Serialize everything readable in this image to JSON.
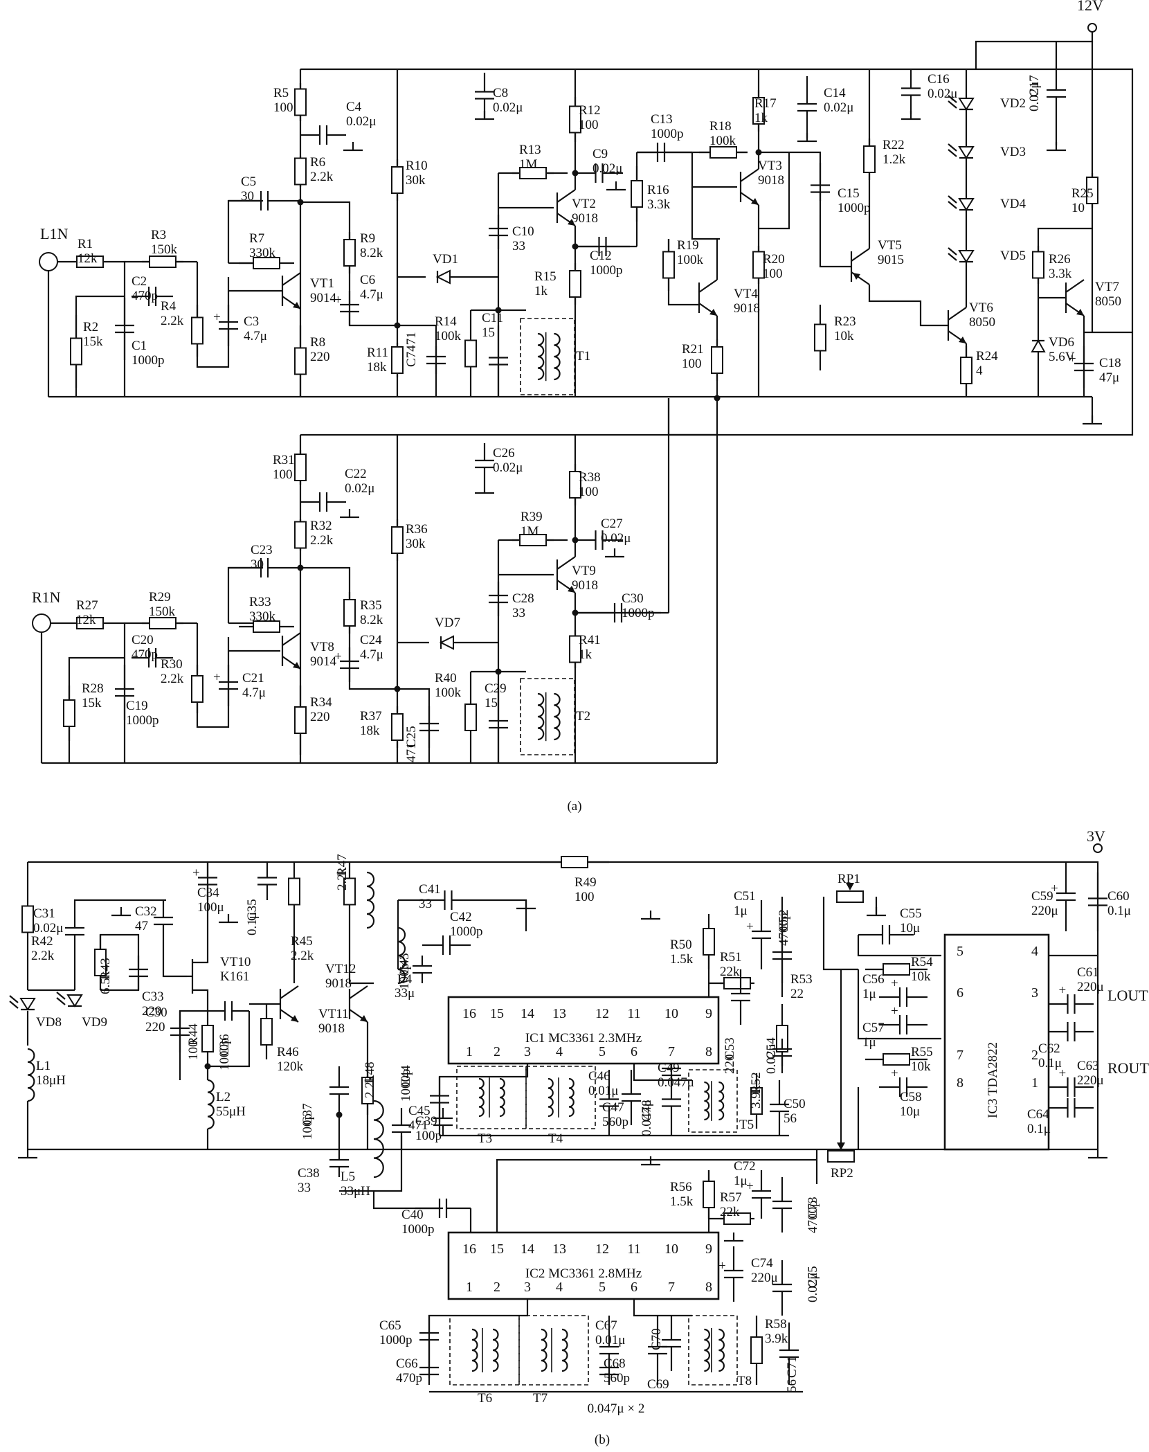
{
  "figure": {
    "panel_a_caption": "(a)",
    "panel_b_caption": "(b)",
    "supply_a": "12V",
    "supply_b": "3V"
  },
  "panel_a": {
    "inputs": {
      "left": "L1N",
      "right": "R1N"
    },
    "resistors": [
      {
        "ref": "R1",
        "value": "12k"
      },
      {
        "ref": "R2",
        "value": "15k"
      },
      {
        "ref": "R3",
        "value": "150k"
      },
      {
        "ref": "R4",
        "value": "2.2k"
      },
      {
        "ref": "R5",
        "value": "100"
      },
      {
        "ref": "R6",
        "value": "2.2k"
      },
      {
        "ref": "R7",
        "value": "330k"
      },
      {
        "ref": "R8",
        "value": "220"
      },
      {
        "ref": "R9",
        "value": "8.2k"
      },
      {
        "ref": "R10",
        "value": "30k"
      },
      {
        "ref": "R11",
        "value": "18k"
      },
      {
        "ref": "R12",
        "value": "100"
      },
      {
        "ref": "R13",
        "value": "1M"
      },
      {
        "ref": "R14",
        "value": "100k"
      },
      {
        "ref": "R15",
        "value": "1k"
      },
      {
        "ref": "R16",
        "value": "3.3k"
      },
      {
        "ref": "R17",
        "value": "1k"
      },
      {
        "ref": "R18",
        "value": "100k"
      },
      {
        "ref": "R19",
        "value": "100k"
      },
      {
        "ref": "R20",
        "value": "100"
      },
      {
        "ref": "R21",
        "value": "100"
      },
      {
        "ref": "R22",
        "value": "1.2k"
      },
      {
        "ref": "R23",
        "value": "10k"
      },
      {
        "ref": "R24",
        "value": "4"
      },
      {
        "ref": "R25",
        "value": "10"
      },
      {
        "ref": "R26",
        "value": "3.3k"
      },
      {
        "ref": "R27",
        "value": "12k"
      },
      {
        "ref": "R28",
        "value": "15k"
      },
      {
        "ref": "R29",
        "value": "150k"
      },
      {
        "ref": "R30",
        "value": "2.2k"
      },
      {
        "ref": "R31",
        "value": "100"
      },
      {
        "ref": "R32",
        "value": "2.2k"
      },
      {
        "ref": "R33",
        "value": "330k"
      },
      {
        "ref": "R34",
        "value": "220"
      },
      {
        "ref": "R35",
        "value": "8.2k"
      },
      {
        "ref": "R36",
        "value": "30k"
      },
      {
        "ref": "R37",
        "value": "18k"
      },
      {
        "ref": "R38",
        "value": "100"
      },
      {
        "ref": "R39",
        "value": "1M"
      },
      {
        "ref": "R40",
        "value": "100k"
      },
      {
        "ref": "R41",
        "value": "1k"
      }
    ],
    "capacitors": [
      {
        "ref": "C1",
        "value": "1000p"
      },
      {
        "ref": "C2",
        "value": "470p"
      },
      {
        "ref": "C3",
        "value": "4.7μ"
      },
      {
        "ref": "C4",
        "value": "0.02μ"
      },
      {
        "ref": "C5",
        "value": "30"
      },
      {
        "ref": "C6",
        "value": "4.7μ"
      },
      {
        "ref": "C7",
        "value": "471"
      },
      {
        "ref": "C8",
        "value": "0.02μ"
      },
      {
        "ref": "C9",
        "value": "0.02μ"
      },
      {
        "ref": "C10",
        "value": "33"
      },
      {
        "ref": "C11",
        "value": "15"
      },
      {
        "ref": "C12",
        "value": "1000p"
      },
      {
        "ref": "C13",
        "value": "1000p"
      },
      {
        "ref": "C14",
        "value": "0.02μ"
      },
      {
        "ref": "C15",
        "value": "1000p"
      },
      {
        "ref": "C16",
        "value": "0.02μ"
      },
      {
        "ref": "C17",
        "value": "0.02μ"
      },
      {
        "ref": "C18",
        "value": "47μ"
      },
      {
        "ref": "C19",
        "value": "1000p"
      },
      {
        "ref": "C20",
        "value": "470p"
      },
      {
        "ref": "C21",
        "value": "4.7μ"
      },
      {
        "ref": "C22",
        "value": "0.02μ"
      },
      {
        "ref": "C23",
        "value": "30"
      },
      {
        "ref": "C24",
        "value": "4.7μ"
      },
      {
        "ref": "C25",
        "value": "471"
      },
      {
        "ref": "C26",
        "value": "0.02μ"
      },
      {
        "ref": "C27",
        "value": "0.02μ"
      },
      {
        "ref": "C28",
        "value": "33"
      },
      {
        "ref": "C29",
        "value": "15"
      },
      {
        "ref": "C30",
        "value": "1000p"
      }
    ],
    "transistors": [
      {
        "ref": "VT1",
        "type": "9014"
      },
      {
        "ref": "VT2",
        "type": "9018"
      },
      {
        "ref": "VT3",
        "type": "9018"
      },
      {
        "ref": "VT4",
        "type": "9018"
      },
      {
        "ref": "VT5",
        "type": "9015"
      },
      {
        "ref": "VT6",
        "type": "8050"
      },
      {
        "ref": "VT7",
        "type": "8050"
      },
      {
        "ref": "VT8",
        "type": "9014"
      },
      {
        "ref": "VT9",
        "type": "9018"
      }
    ],
    "diodes": [
      {
        "ref": "VD1"
      },
      {
        "ref": "VD2"
      },
      {
        "ref": "VD3"
      },
      {
        "ref": "VD4"
      },
      {
        "ref": "VD5"
      },
      {
        "ref": "VD6",
        "value": "5.6V"
      },
      {
        "ref": "VD7"
      }
    ],
    "transformers": [
      {
        "ref": "T1"
      },
      {
        "ref": "T2"
      }
    ]
  },
  "panel_b": {
    "resistors": [
      {
        "ref": "R42",
        "value": "2.2k"
      },
      {
        "ref": "R43",
        "value": "6.5k"
      },
      {
        "ref": "R44",
        "value": "100"
      },
      {
        "ref": "R45",
        "value": "2.2k"
      },
      {
        "ref": "R46",
        "value": "120k"
      },
      {
        "ref": "R47",
        "value": "2.2k"
      },
      {
        "ref": "R48",
        "value": "2.2k"
      },
      {
        "ref": "R49",
        "value": "100"
      },
      {
        "ref": "R50",
        "value": "1.5k"
      },
      {
        "ref": "R51",
        "value": "22k"
      },
      {
        "ref": "R52",
        "value": "3.9k"
      },
      {
        "ref": "R53",
        "value": "22"
      },
      {
        "ref": "R54",
        "value": "10k"
      },
      {
        "ref": "R55",
        "value": "10k"
      },
      {
        "ref": "R56",
        "value": "1.5k"
      },
      {
        "ref": "R57",
        "value": "22k"
      },
      {
        "ref": "R58",
        "value": "3.9k"
      }
    ],
    "capacitors": [
      {
        "ref": "C31",
        "value": "0.02μ"
      },
      {
        "ref": "C32",
        "value": "47"
      },
      {
        "ref": "C33",
        "value": "220"
      },
      {
        "ref": "C34",
        "value": "100μ"
      },
      {
        "ref": "C35",
        "value": "0.1μ"
      },
      {
        "ref": "C36",
        "value": "1000p"
      },
      {
        "ref": "C30",
        "value": "220"
      },
      {
        "ref": "C37",
        "value": "100p"
      },
      {
        "ref": "C38",
        "value": "33"
      },
      {
        "ref": "C39",
        "value": "100p"
      },
      {
        "ref": "C40",
        "value": "1000p"
      },
      {
        "ref": "C41",
        "value": "33"
      },
      {
        "ref": "C42",
        "value": "1000p"
      },
      {
        "ref": "C43",
        "value": "100p"
      },
      {
        "ref": "C44",
        "value": "1000p"
      },
      {
        "ref": "C45",
        "value": "471"
      },
      {
        "ref": "C46",
        "value": "0.01μ"
      },
      {
        "ref": "C47",
        "value": "560p"
      },
      {
        "ref": "C48",
        "value": "0.047μ"
      },
      {
        "ref": "C49",
        "value": "0.047μ"
      },
      {
        "ref": "C50",
        "value": "56"
      },
      {
        "ref": "C51",
        "value": "1μ"
      },
      {
        "ref": "C52",
        "value": "4700p"
      },
      {
        "ref": "C53",
        "value": "220"
      },
      {
        "ref": "C54",
        "value": "0.02μ"
      },
      {
        "ref": "C55",
        "value": "10μ"
      },
      {
        "ref": "C56",
        "value": "1μ"
      },
      {
        "ref": "C57",
        "value": "1μ"
      },
      {
        "ref": "C58",
        "value": "10μ"
      },
      {
        "ref": "C59",
        "value": "220μ"
      },
      {
        "ref": "C60",
        "value": "0.1μ"
      },
      {
        "ref": "C61",
        "value": "220μ"
      },
      {
        "ref": "C62",
        "value": "0.1μ"
      },
      {
        "ref": "C63",
        "value": "220μ"
      },
      {
        "ref": "C64",
        "value": "0.1μ"
      },
      {
        "ref": "C65",
        "value": "1000p"
      },
      {
        "ref": "C66",
        "value": "470p"
      },
      {
        "ref": "C67",
        "value": "0.01μ"
      },
      {
        "ref": "C68",
        "value": "560p"
      },
      {
        "ref": "C69"
      },
      {
        "ref": "C70"
      },
      {
        "ref": "C71",
        "value": "56"
      },
      {
        "ref": "C72",
        "value": "1μ"
      },
      {
        "ref": "C73",
        "value": "4700p"
      },
      {
        "ref": "C74",
        "value": "220μ"
      },
      {
        "ref": "C75",
        "value": "0.02μ"
      }
    ],
    "c69_c70_note": "0.047μ × 2",
    "transistors": [
      {
        "ref": "VT10",
        "type": "K161"
      },
      {
        "ref": "VT11",
        "type": "9018"
      },
      {
        "ref": "VT12",
        "type": "9018"
      }
    ],
    "diodes": [
      {
        "ref": "VD8"
      },
      {
        "ref": "VD9"
      }
    ],
    "inductors": [
      {
        "ref": "L1",
        "value": "18μH"
      },
      {
        "ref": "L2",
        "value": "55μH"
      },
      {
        "ref": "L4",
        "value": "33μ"
      },
      {
        "ref": "L5",
        "value": "33μH"
      }
    ],
    "pots": [
      {
        "ref": "RP1"
      },
      {
        "ref": "RP2"
      }
    ],
    "transformers": [
      {
        "ref": "T3"
      },
      {
        "ref": "T4"
      },
      {
        "ref": "T5"
      },
      {
        "ref": "T6"
      },
      {
        "ref": "T7"
      },
      {
        "ref": "T8"
      }
    ],
    "ics": [
      {
        "ref": "IC1",
        "label": "IC1 MC3361 2.3MHz",
        "top_pins": [
          "16",
          "15",
          "14",
          "13",
          "12",
          "11",
          "10",
          "9"
        ],
        "bottom_pins": [
          "1",
          "2",
          "3",
          "4",
          "5",
          "6",
          "7",
          "8"
        ]
      },
      {
        "ref": "IC2",
        "label": "IC2 MC3361 2.8MHz",
        "top_pins": [
          "16",
          "15",
          "14",
          "13",
          "12",
          "11",
          "10",
          "9"
        ],
        "bottom_pins": [
          "1",
          "2",
          "3",
          "4",
          "5",
          "6",
          "7",
          "8"
        ]
      },
      {
        "ref": "IC3",
        "label": "IC3 TDA2822",
        "left_pins": [
          "5",
          "6",
          "7",
          "8"
        ],
        "right_pins": [
          "4",
          "3",
          "2",
          "1"
        ]
      }
    ],
    "outputs": {
      "left": "LOUT",
      "right": "ROUT"
    }
  }
}
